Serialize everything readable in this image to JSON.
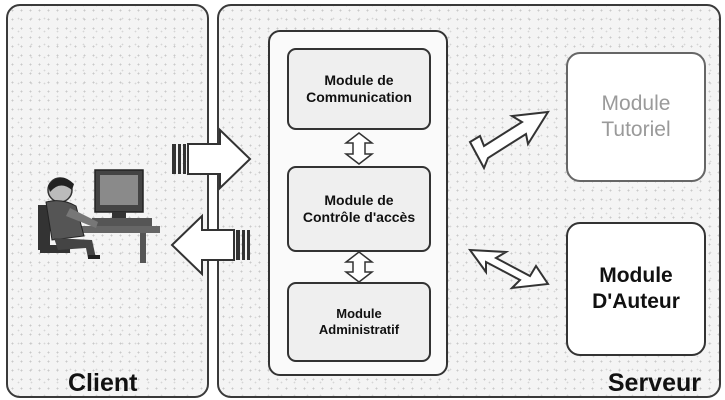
{
  "client": {
    "label": "Client"
  },
  "server": {
    "label": "Serveur"
  },
  "modules": {
    "communication": "Module de\nCommunication",
    "controle_acces": "Module de\nContrôle d'accès",
    "administratif": "Module\nAdministratif",
    "tutoriel": "Module\nTutoriel",
    "auteur": "Module\nD'Auteur"
  },
  "colors": {
    "border": "#333333",
    "arrow_fill": "#ffffff",
    "panel_bg": "#f4f4f4",
    "tutoriel_text": "#9a9a9a"
  },
  "icons": {
    "client": "person-at-computer-icon"
  }
}
